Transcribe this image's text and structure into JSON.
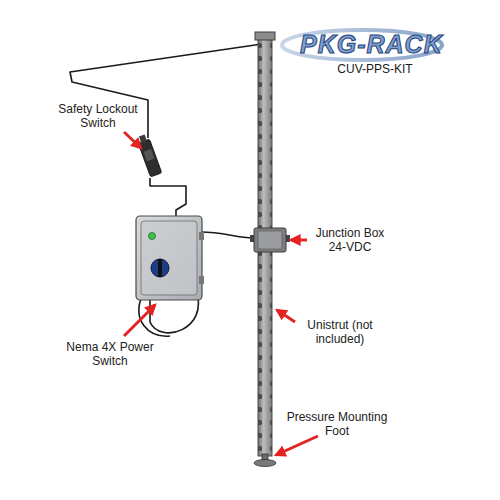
{
  "diagram": {
    "labels": [
      "PKG-RACK",
      "CUV-PPS-KIT",
      "Safety Lockout Switch",
      "Junction Box 24-VDC",
      "Nema 4X Power Switch",
      "Unistrut (not included)",
      "Pressure Mounting Foot"
    ]
  }
}
